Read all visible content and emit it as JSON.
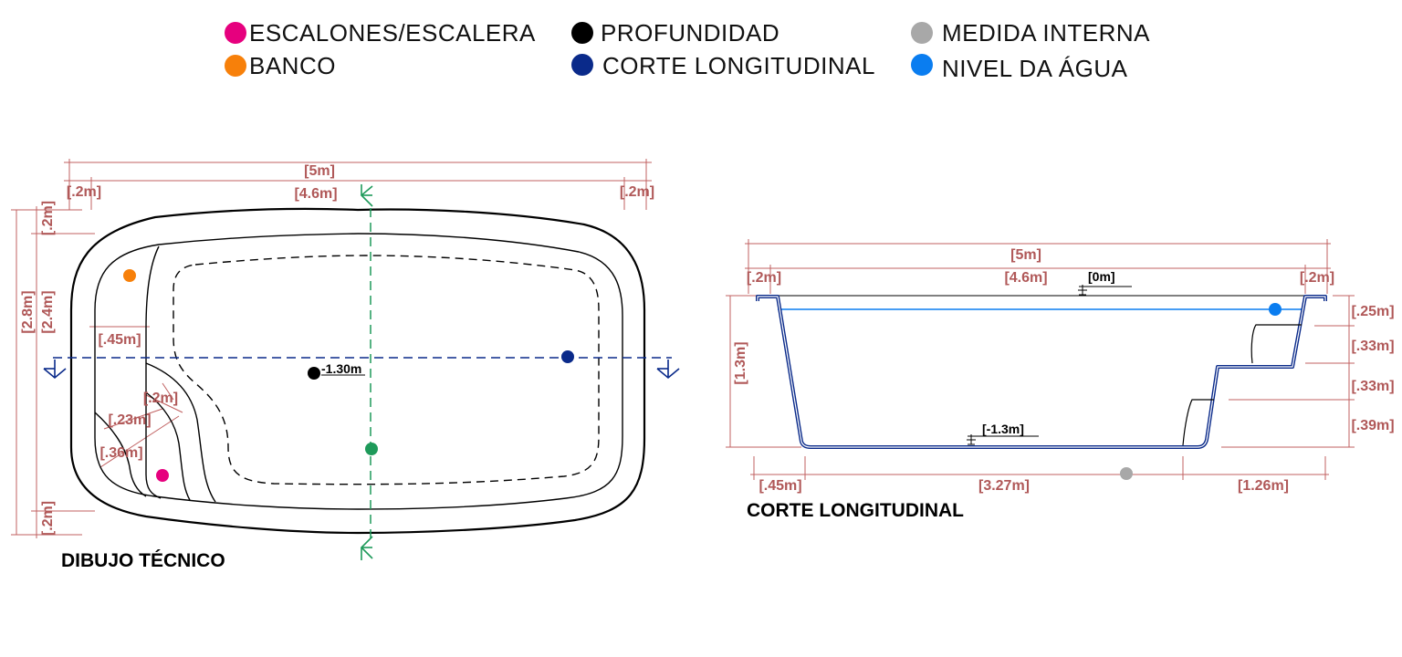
{
  "colors": {
    "escalones": "#e6007e",
    "banco": "#f7800a",
    "profundidad": "#000000",
    "corte": "#0a2a8a",
    "medida": "#a8a8a8",
    "nivel": "#0a7df0",
    "section": "#1e9a5a",
    "dimension": "#c06060"
  },
  "legend": [
    {
      "label": "ESCALONES/ESCALERA",
      "color": "#e6007e"
    },
    {
      "label": "BANCO",
      "color": "#f7800a"
    },
    {
      "label": "PROFUNDIDAD",
      "color": "#000000"
    },
    {
      "label": "CORTE LONGITUDINAL",
      "color": "#0a2a8a"
    },
    {
      "label": "MEDIDA INTERNA",
      "color": "#a8a8a8"
    },
    {
      "label": "NIVEL DA ÁGUA",
      "color": "#0a7df0"
    }
  ],
  "plan": {
    "title": "DIBUJO TÉCNICO",
    "dims": {
      "total_length": "[5m]",
      "inner_length": "[4.6m]",
      "left_margin": "[.2m]",
      "right_margin": "[.2m]",
      "total_width": "[2.8m]",
      "inner_width": "[2.4m]",
      "top_margin": "[.2m]",
      "bottom_margin": "[.2m]",
      "bench": "[.45m]",
      "step1": "[.2m]",
      "step2": "[.23m]",
      "step3": "[.36m]"
    },
    "depth_label": "-1.30m"
  },
  "section": {
    "title": "CORTE LONGITUDINAL",
    "dims": {
      "total_length": "[5m]",
      "inner_length": "[4.6m]",
      "left_margin": "[.2m]",
      "right_margin": "[.2m]",
      "depth": "[1.3m]",
      "rise1": "[.25m]",
      "rise2": "[.33m]",
      "rise3": "[.33m]",
      "rise4": "[.39m]",
      "bottom_left": "[.45m]",
      "bottom_mid": "[3.27m]",
      "bottom_right": "[1.26m]"
    },
    "level_top": "[0m]",
    "level_bottom": "[-1.3m]"
  }
}
